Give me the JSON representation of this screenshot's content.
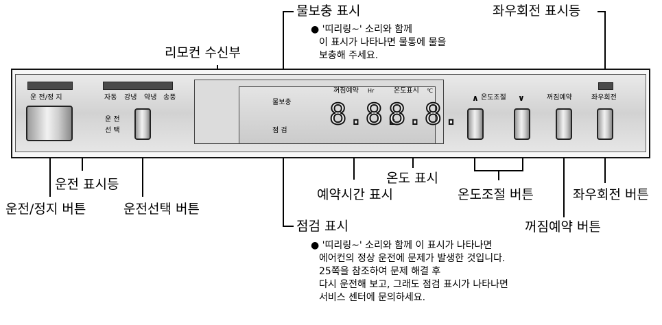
{
  "callouts": {
    "water_refill": "물보충 표시",
    "rotation_lamp": "좌우회전 표시등",
    "remote_receiver": "리모컨 수신부",
    "operation_lamp": "운전 표시등",
    "onoff_button": "운전/정지 버튼",
    "mode_button": "운전선택 버튼",
    "temp_display": "온도 표시",
    "timer_display": "예약시간 표시",
    "temp_buttons": "온도조절 버튼",
    "rotation_button": "좌우회전 버튼",
    "off_timer_button": "꺼짐예약 버튼",
    "check_display": "점검 표시"
  },
  "notes": {
    "water_refill": [
      "● '띠리링~' 소리와 함께",
      "이 표시가 나타나면 물통에 물을",
      "보충해 주세요."
    ],
    "check": [
      "● '띠리링~' 소리와 함께 이 표시가 나타나면",
      "에어컨의 정상 운전에 문제가 발생한 것입니다.",
      "25쪽을 참조하여 문제 해결 후",
      "다시 운전해 보고, 그래도 점검 표시가 나타나면",
      "서비스 센터에 문의하세요."
    ]
  },
  "panel": {
    "onoff_label": "운 전/정 지",
    "modes": [
      "자동",
      "강냉",
      "약냉",
      "송풍"
    ],
    "mode_select": [
      "운  전",
      "선  택"
    ],
    "water": "물보충",
    "check": "점  검",
    "off_timer": "꺼짐예약",
    "hr": "Hr",
    "temp_label": "온도표시",
    "celsius": "℃",
    "digits_timer": "8.8.",
    "digits_temp": "8.8.",
    "temp_control": "온도조절",
    "arrow_up": "∧",
    "arrow_down": "∨",
    "off_timer_btn": "꺼짐예약",
    "rotation": "좌우회전"
  }
}
